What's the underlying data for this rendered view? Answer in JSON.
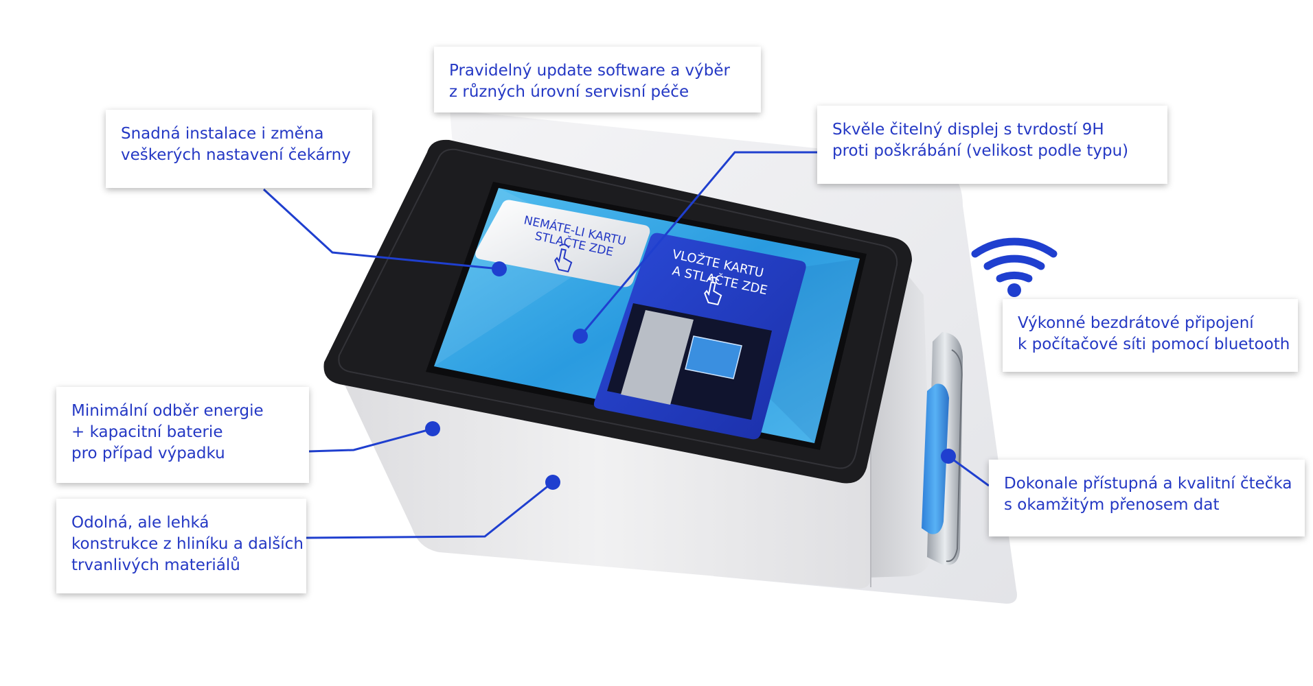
{
  "callouts": [
    {
      "id": "software-update",
      "lines": [
        "Pravidelný update software a výběr",
        "z různých úrovní servisní péče"
      ]
    },
    {
      "id": "easy-install",
      "lines": [
        "Snadná instalace i změna",
        "veškerých nastavení čekárny"
      ]
    },
    {
      "id": "display",
      "lines": [
        "Skvěle čitelný displej s tvrdostí 9H",
        "proti poškrábání (velikost podle typu)"
      ]
    },
    {
      "id": "wireless",
      "lines": [
        "Výkonné bezdrátové připojení",
        "k počítačové síti pomocí bluetooth"
      ]
    },
    {
      "id": "energy",
      "lines": [
        "Minimální odběr energie",
        "+ kapacitní baterie",
        "pro případ výpadku"
      ]
    },
    {
      "id": "reader",
      "lines": [
        "Dokonale přístupná a kvalitní čtečka",
        "s okamžitým přenosem dat"
      ]
    },
    {
      "id": "construction",
      "lines": [
        "Odolná, ale lehká",
        "konstrukce z hliníku a dalších",
        "trvanlivých materiálů"
      ]
    }
  ],
  "screen": {
    "left_card": [
      "NEMÁTE-LI KARTU",
      "STLAČTE ZDE"
    ],
    "right_card": [
      "VLOŽTE KARTU",
      "A STLAČTE ZDE"
    ]
  },
  "colors": {
    "accent": "#1f3fcf",
    "callout_text": "#2438c4",
    "screen_blue": "#2a9be0",
    "card_blue": "#1f37c6"
  },
  "icons": [
    "wifi-icon",
    "hand-pointer-icon"
  ]
}
